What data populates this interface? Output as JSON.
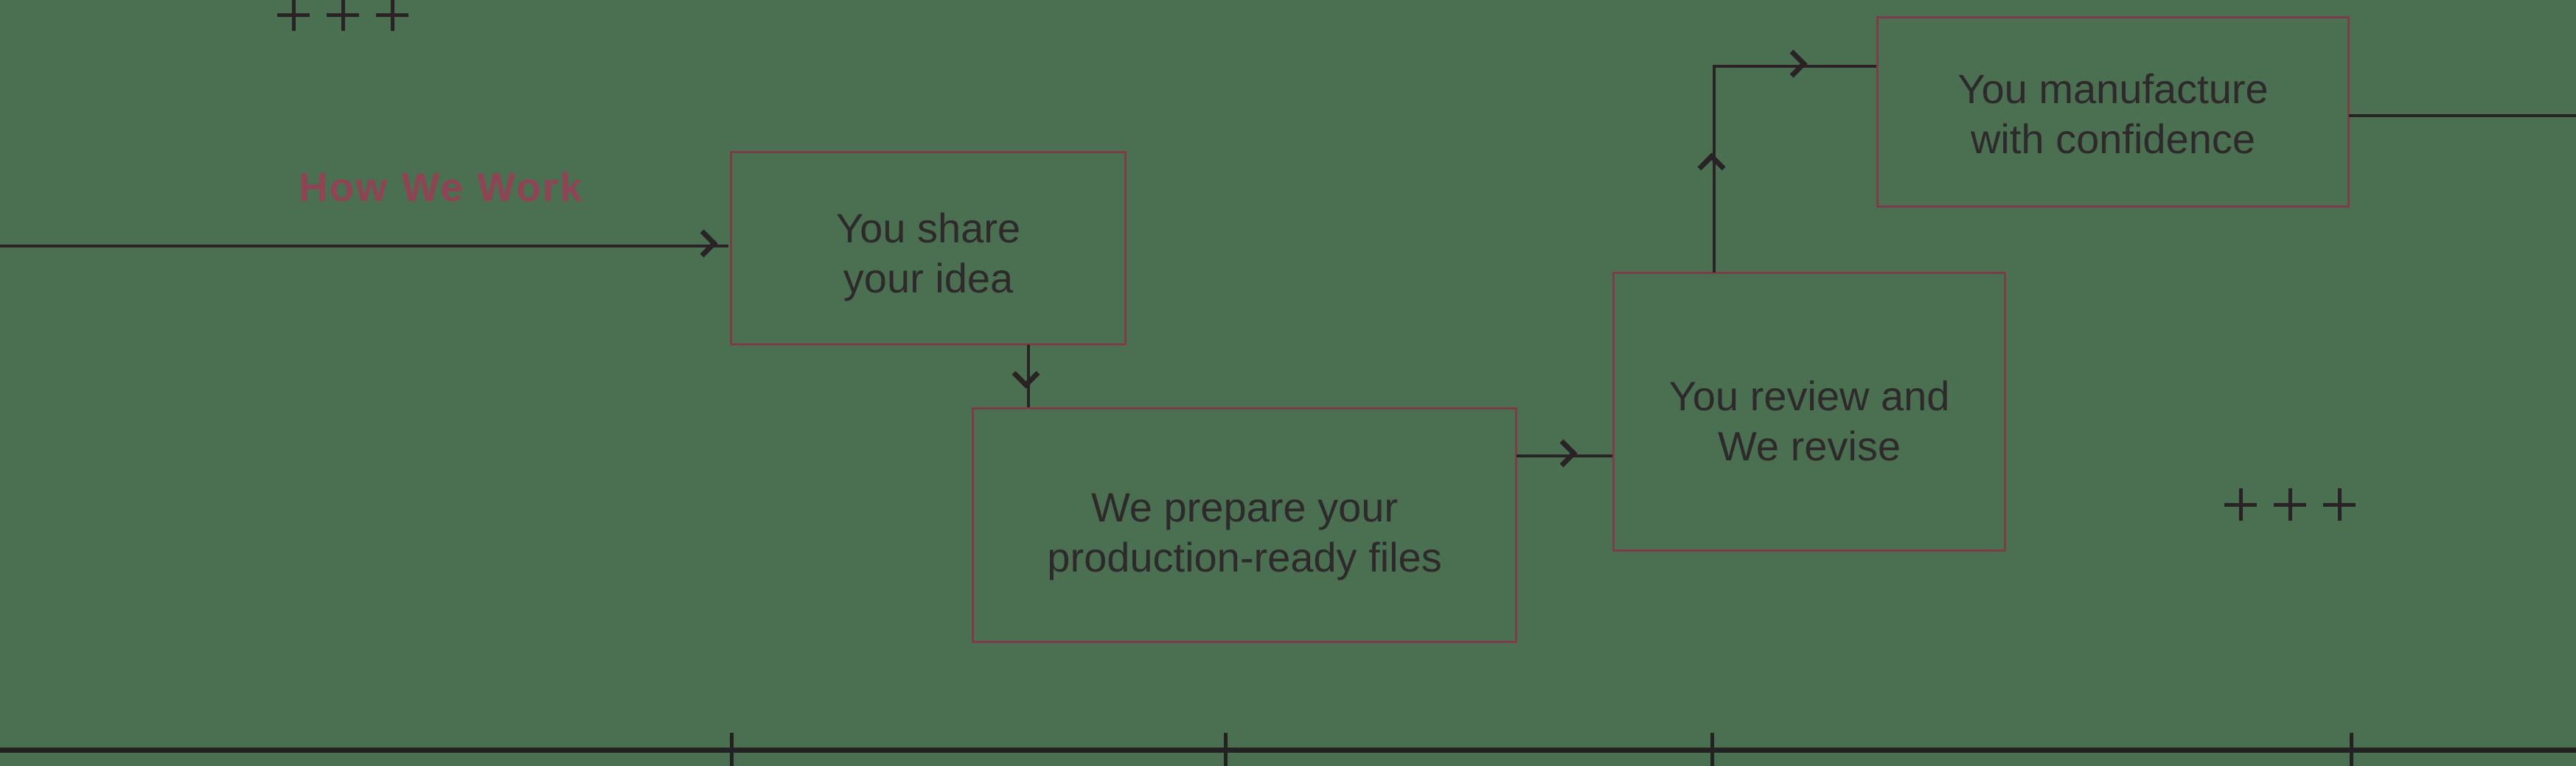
{
  "heading": {
    "label": "How We Work"
  },
  "flow": {
    "steps": [
      {
        "id": "share-idea",
        "label": "You share\nyour idea"
      },
      {
        "id": "prepare-files",
        "label": "We prepare your\nproduction-ready files"
      },
      {
        "id": "review-revise",
        "label": "You review and\nWe revise"
      },
      {
        "id": "manufacture",
        "label": "You manufacture\nwith confidence"
      }
    ]
  },
  "decorations": {
    "plus_symbol": "+",
    "plus_group_left_count": 3,
    "plus_group_right_count": 3
  },
  "colors": {
    "bg": "#4A7051",
    "box-border": "#7E3B48",
    "heading": "#8E4454",
    "text": "#2E292B",
    "line": "#2A2326",
    "rule": "#242122"
  }
}
